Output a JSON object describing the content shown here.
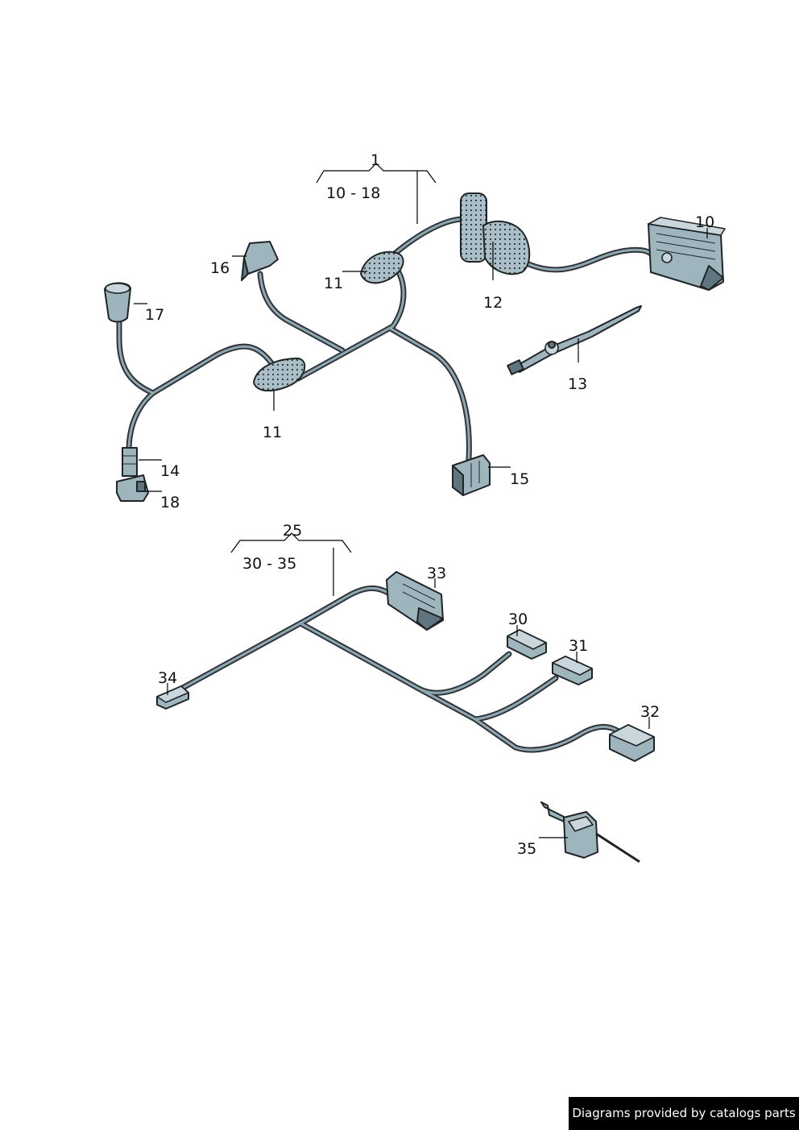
{
  "diagram": {
    "labels": {
      "l1": "1",
      "l1_range": "10 - 18",
      "l10": "10",
      "l11a": "11",
      "l11b": "11",
      "l12": "12",
      "l13": "13",
      "l14": "14",
      "l15": "15",
      "l16": "16",
      "l17": "17",
      "l18": "18",
      "l25": "25",
      "l25_range": "30 - 35",
      "l30": "30",
      "l31": "31",
      "l32": "32",
      "l33": "33",
      "l34": "34",
      "l35": "35"
    },
    "colors": {
      "wire": "#2e3438",
      "part": "#9fb5be",
      "outline": "#1f2427"
    }
  },
  "footer": {
    "text": "Diagrams provided by catalogs parts"
  }
}
